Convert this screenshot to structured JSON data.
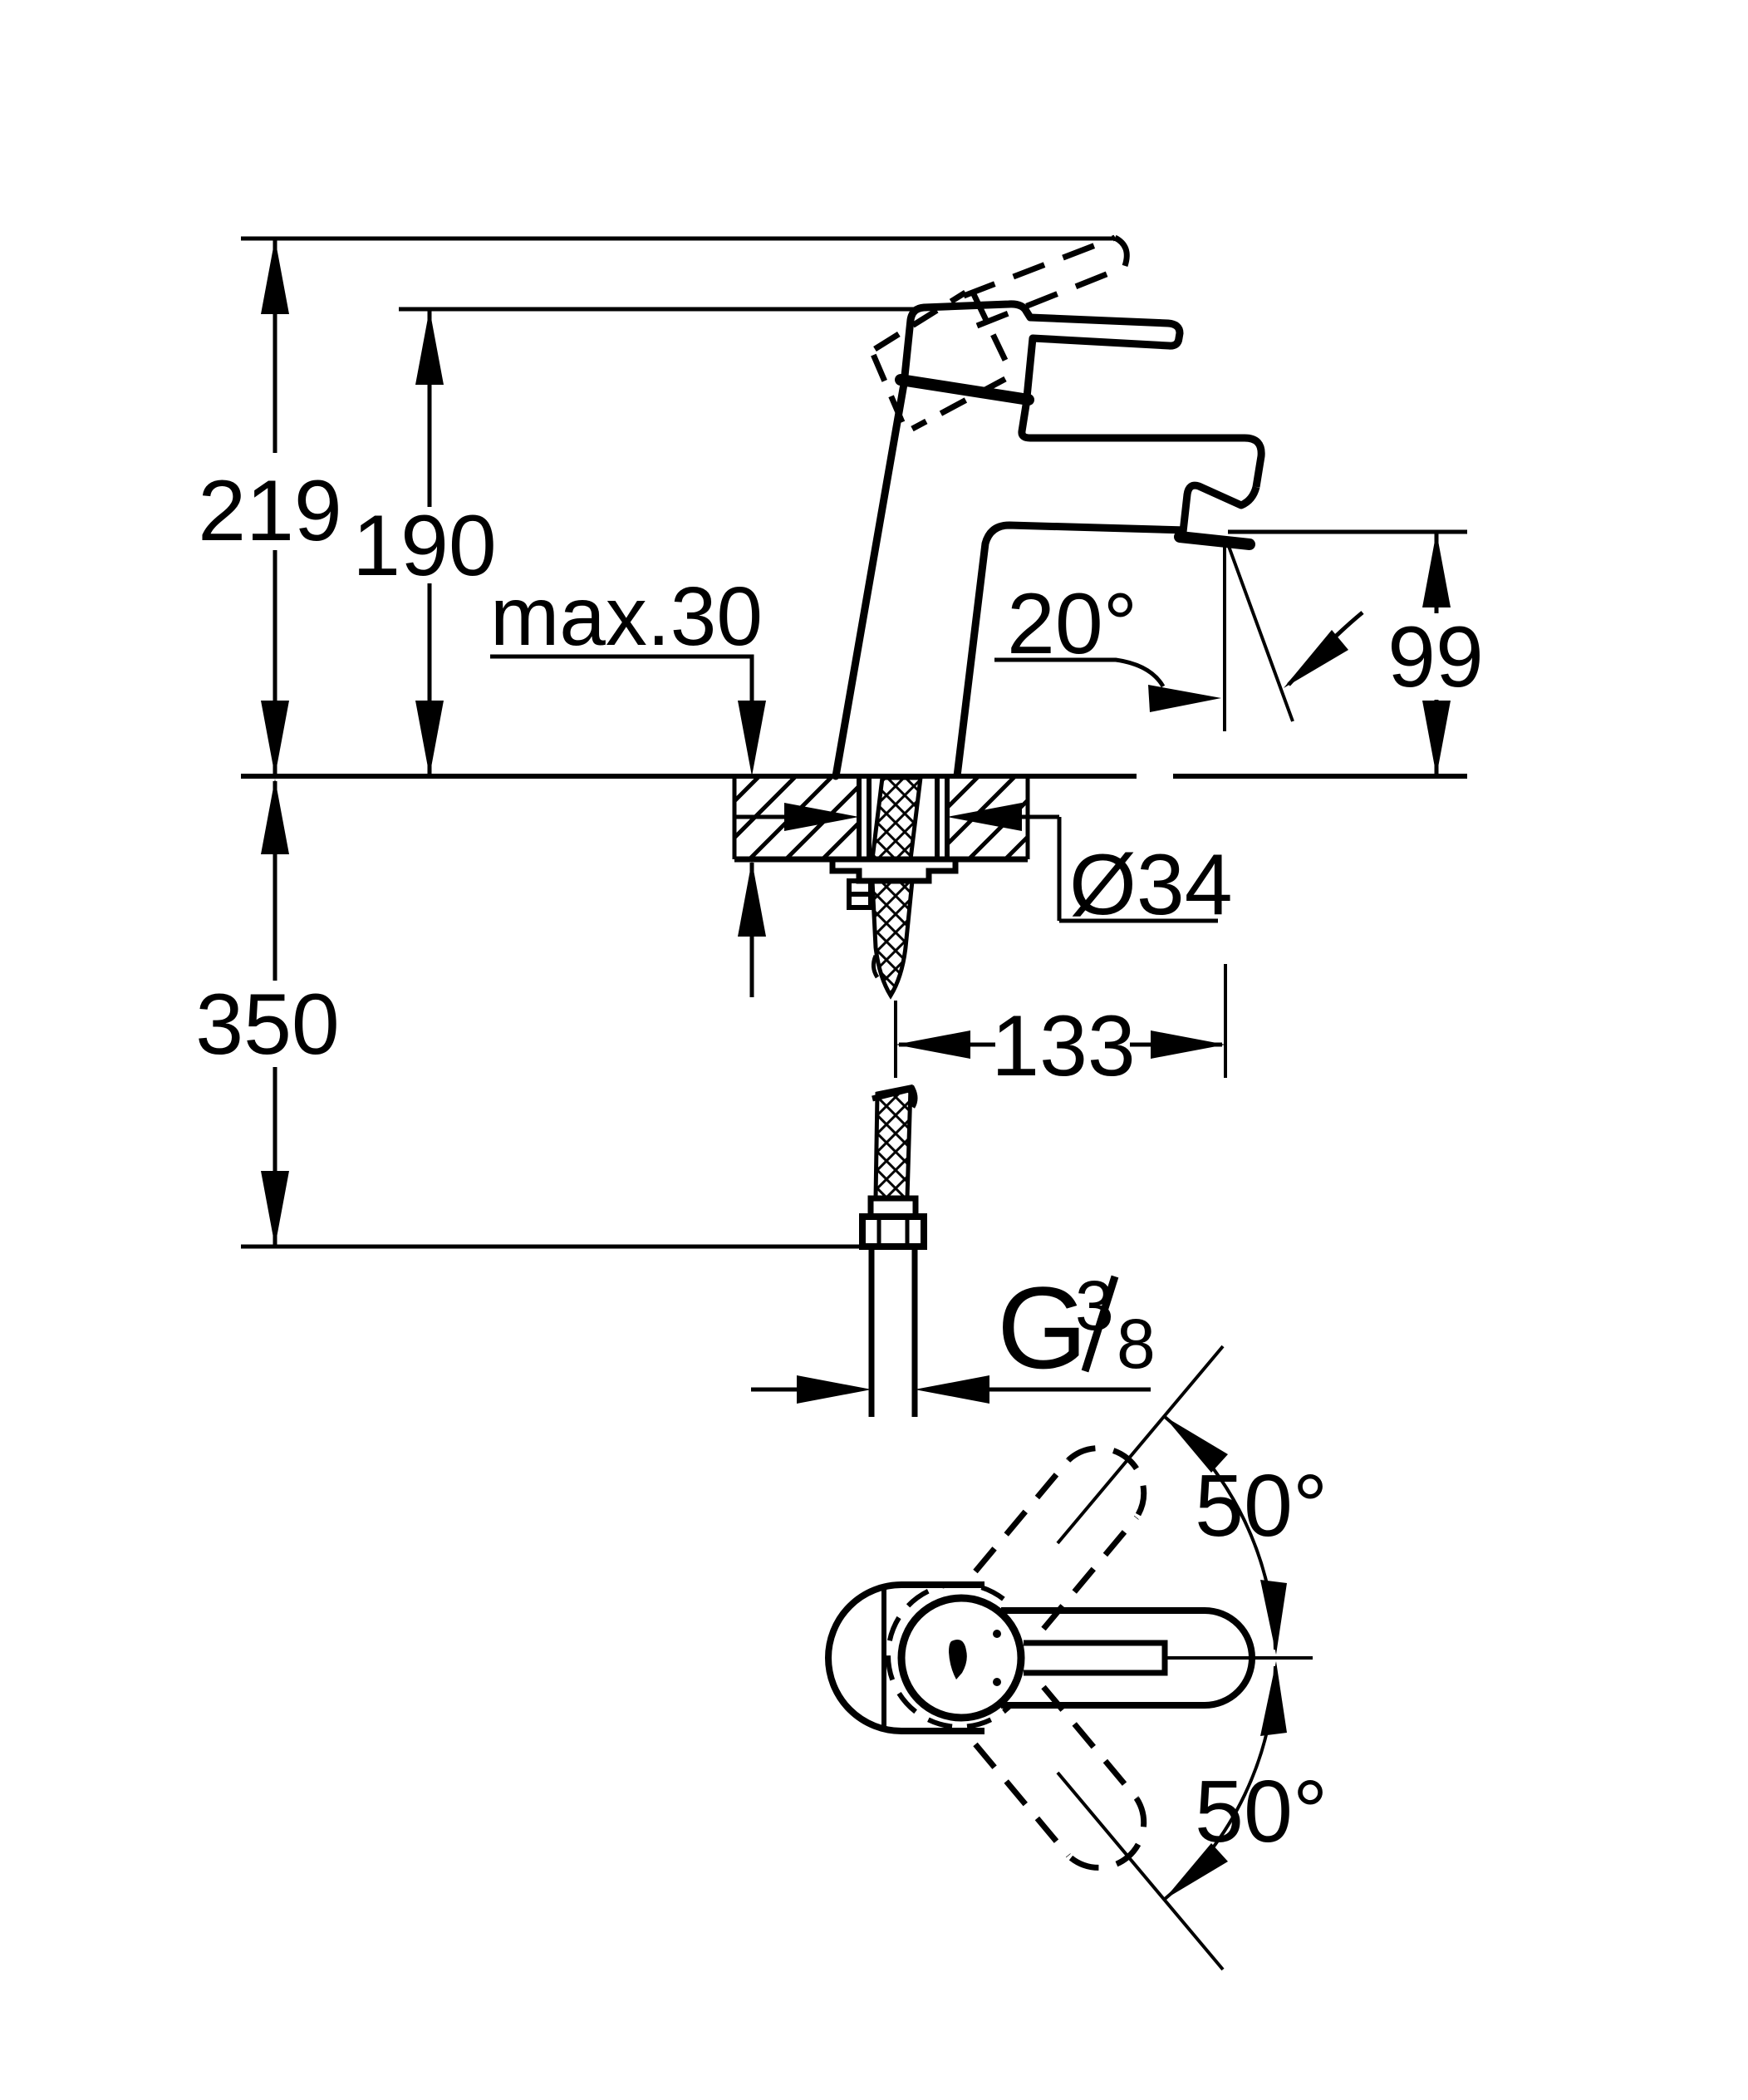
{
  "drawing": {
    "type": "technical-dimension-drawing",
    "views": [
      "front-elevation",
      "plan-view"
    ],
    "front": {
      "dim_total_height": "219",
      "dim_spout_height": "190",
      "dim_deck_thickness": "max.30",
      "dim_spray_angle": "20°",
      "dim_outlet_height": "99",
      "dim_hole_diameter": "Ø34",
      "dim_hose_length": "350",
      "dim_spout_reach": "133",
      "thread_label": {
        "g": "G",
        "sup": "3",
        "sub": "8"
      }
    },
    "plan": {
      "dim_swing_up": "50°",
      "dim_swing_down": "50°"
    },
    "colors": {
      "line": "#000000",
      "background": "#ffffff"
    }
  }
}
